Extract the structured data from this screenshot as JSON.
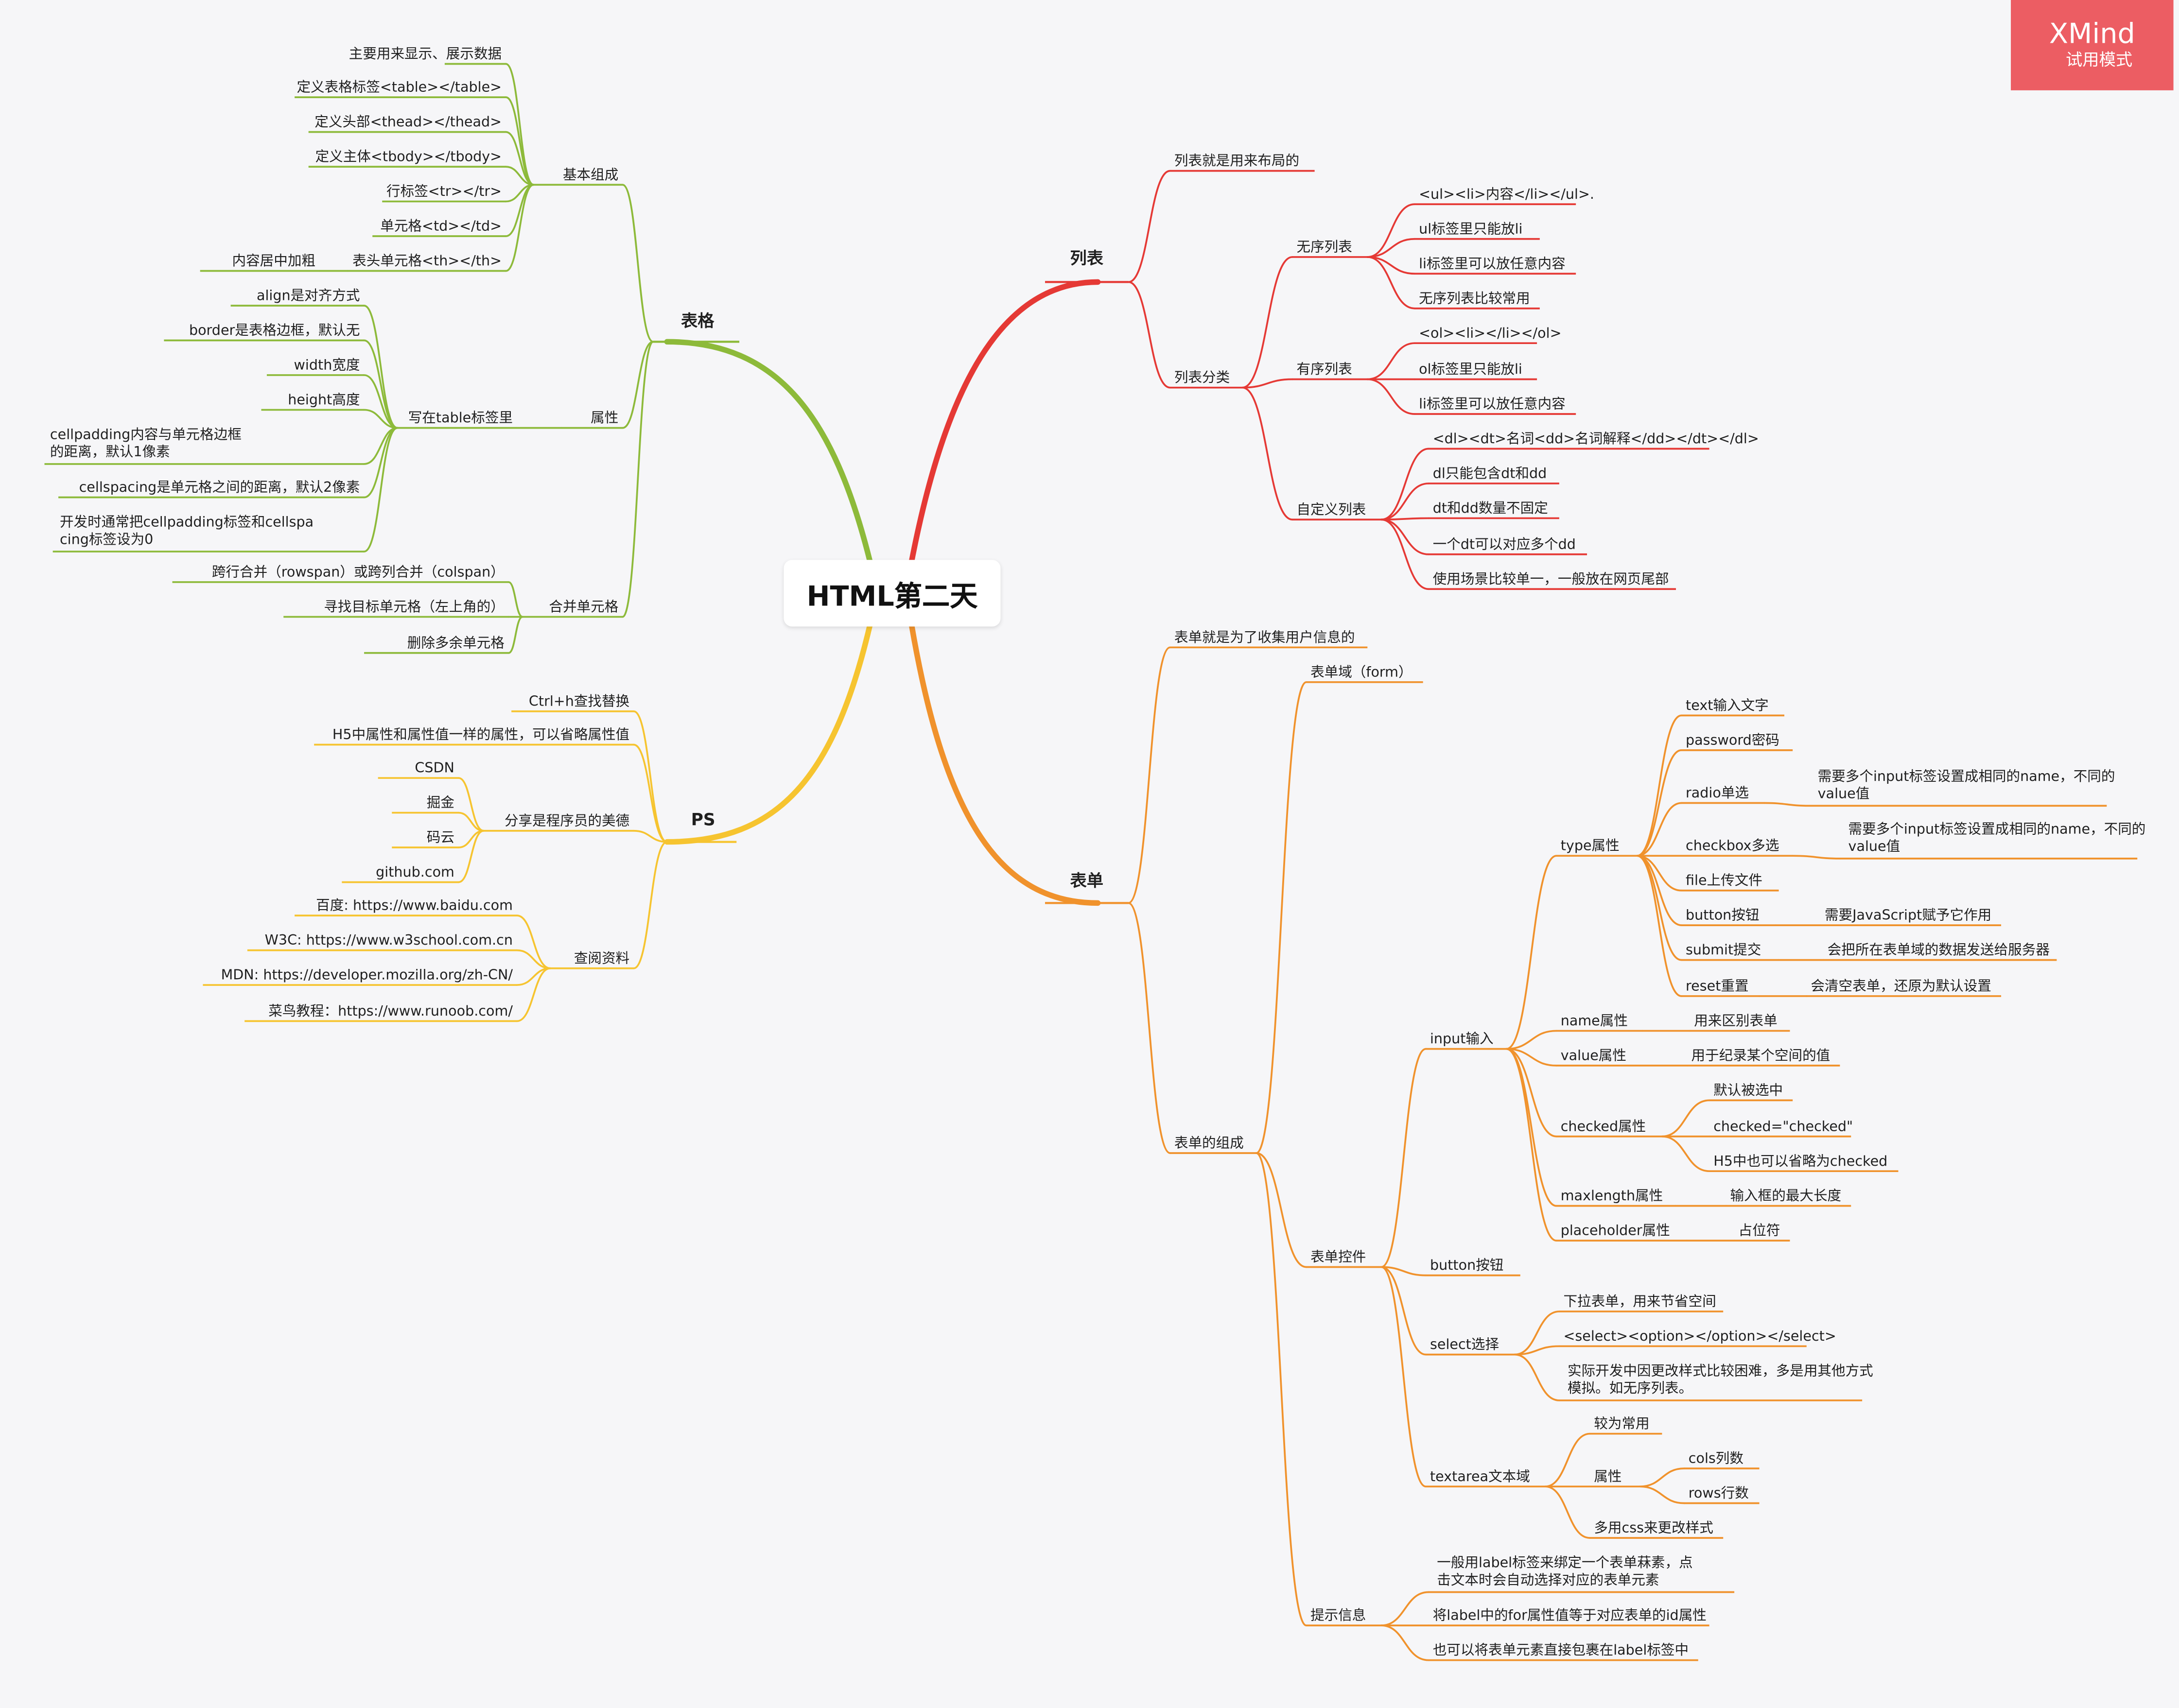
{
  "watermark": {
    "brand": "XMind",
    "mode": "试用模式",
    "color": "#ec5d63"
  },
  "root": {
    "label": "HTML第二天"
  },
  "branch_colors": {
    "table": "#8dba3a",
    "ps": "#f6c430",
    "list": "#e53935",
    "form": "#f0922c"
  },
  "branches": {
    "table": {
      "label": "表格",
      "basic": {
        "label": "基本组成",
        "items": [
          "主要用来显示、展示数据",
          "定义表格标签<table></table>",
          "定义头部<thead></thead>",
          "定义主体<tbody></tbody>",
          "行标签<tr></tr>",
          "单元格<td></td>",
          "表头单元格<th></th>"
        ],
        "th_note": "内容居中加粗"
      },
      "attrs": {
        "label": "属性",
        "sub": "写在table标签里",
        "items": [
          "align是对齐方式",
          "border是表格边框，默认无",
          "width宽度",
          "height高度",
          "cellpadding内容与单元格边框的距离，默认1像素",
          "cellspacing是单元格之间的距离，默认2像素",
          "开发时通常把cellpadding标签和cellspacing标签设为0"
        ]
      },
      "merge": {
        "label": "合并单元格",
        "items": [
          "跨行合并（rowspan）或跨列合并（colspan）",
          "寻找目标单元格（左上角的）",
          "删除多余单元格"
        ]
      }
    },
    "ps": {
      "label": "PS",
      "items": [
        "Ctrl+h查找替换",
        "H5中属性和属性值一样的属性，可以省略属性值"
      ],
      "share": {
        "label": "分享是程序员的美德",
        "items": [
          "CSDN",
          "掘金",
          "码云",
          "github.com"
        ]
      },
      "refs": {
        "label": "查阅资料",
        "items": [
          "百度: https://www.baidu.com",
          "W3C: https://www.w3school.com.cn",
          "MDN: https://developer.mozilla.org/zh-CN/",
          "菜鸟教程：https://www.runoob.com/"
        ]
      }
    },
    "list": {
      "label": "列表",
      "desc": "列表就是用来布局的",
      "cls": {
        "label": "列表分类",
        "ul": {
          "label": "无序列表",
          "items": [
            "<ul><li>内容</li></ul>.",
            "ul标签里只能放li",
            "li标签里可以放任意内容",
            "无序列表比较常用"
          ]
        },
        "ol": {
          "label": "有序列表",
          "items": [
            "<ol><li></li></ol>",
            "ol标签里只能放li",
            "li标签里可以放任意内容"
          ]
        },
        "dl": {
          "label": "自定义列表",
          "items": [
            "<dl><dt>名词<dd>名词解释</dd></dt></dl>",
            "dl只能包含dt和dd",
            "dt和dd数量不固定",
            "一个dt可以对应多个dd",
            "使用场景比较单一，一般放在网页尾部"
          ]
        }
      }
    },
    "form": {
      "label": "表单",
      "desc": "表单就是为了收集用户信息的",
      "comp": {
        "label": "表单的组成",
        "domain": "表单域（form）",
        "controls": {
          "label": "表单控件",
          "input": {
            "label": "input输入",
            "type": {
              "label": "type属性",
              "items": [
                "text输入文字",
                "password密码",
                "radio单选",
                "checkbox多选",
                "file上传文件",
                "button按钮",
                "submit提交",
                "reset重置"
              ],
              "radio_note": "需要多个input标签设置成相同的name，不同的value值",
              "checkbox_note": "需要多个input标签设置成相同的name，不同的value值",
              "button_note": "需要JavaScript赋予它作用",
              "submit_note": "会把所在表单域的数据发送给服务器",
              "reset_note": "会清空表单，还原为默认设置"
            },
            "name": {
              "label": "name属性",
              "note": "用来区别表单"
            },
            "value": {
              "label": "value属性",
              "note": "用于纪录某个空间的值"
            },
            "checked": {
              "label": "checked属性",
              "items": [
                "默认被选中",
                "checked=\"checked\"",
                "H5中也可以省略为checked"
              ]
            },
            "maxlength": {
              "label": "maxlength属性",
              "note": "输入框的最大长度"
            },
            "placeholder": {
              "label": "placeholder属性",
              "note": "占位符"
            }
          },
          "button": "button按钮",
          "select": {
            "label": "select选择",
            "items": [
              "下拉表单，用来节省空间",
              "<select><option></option></select>",
              "实际开发中因更改样式比较困难，多是用其他方式模拟。如无序列表。"
            ]
          },
          "textarea": {
            "label": "textarea文本域",
            "common": "较为常用",
            "attr": {
              "label": "属性",
              "items": [
                "cols列数",
                "rows行数"
              ]
            },
            "css": "多用css来更改样式"
          }
        },
        "hints": {
          "label": "提示信息",
          "items": [
            "一般用label标签来绑定一个表单菻素，点击文本时会自动选择对应的表单元素",
            "将label中的for属性值等于对应表单的id属性",
            "也可以将表单元素直接包裹在label标签中"
          ]
        }
      }
    }
  }
}
